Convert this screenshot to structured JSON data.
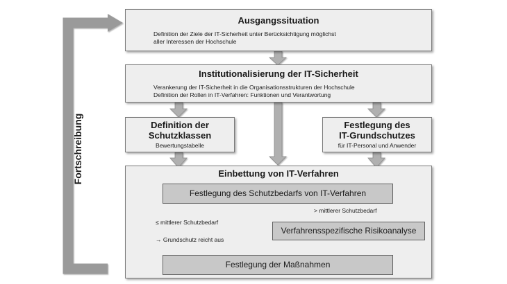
{
  "side_label": "Fortschreibung",
  "ausgang": {
    "title": "Ausgangssituation",
    "text1": "Definition der Ziele der IT-Sicherheit unter Berücksichtigung möglichst",
    "text2": "aller Interessen der Hochschule"
  },
  "institution": {
    "title": "Institutionalisierung der IT-Sicherheit",
    "text1": "Verankerung der IT-Sicherheit in die Organisationsstrukturen der Hochschule",
    "text2": "Definition der Rollen in IT-Verfahren: Funktionen und Verantwortung"
  },
  "schutzklassen": {
    "title1": "Definition der",
    "title2": "Schutzklassen",
    "text": "Bewertungstabelle"
  },
  "grundschutz": {
    "title1": "Festlegung des",
    "title2": "IT-Grundschutzes",
    "text": "für IT-Personal und Anwender"
  },
  "einbettung": {
    "title": "Einbettung von IT-Verfahren",
    "schutzbedarf": "Festlegung des Schutzbedarfs von IT-Verfahren",
    "note_greater": "> mittlerer Schutzbedarf",
    "note_leq": "≤  mittlerer Schutzbedarf",
    "note_grund": "→  Grundschutz reicht aus",
    "risiko": "Verfahrensspezifische Risikoanalyse",
    "massnahmen": "Festlegung der Maßnahmen"
  }
}
